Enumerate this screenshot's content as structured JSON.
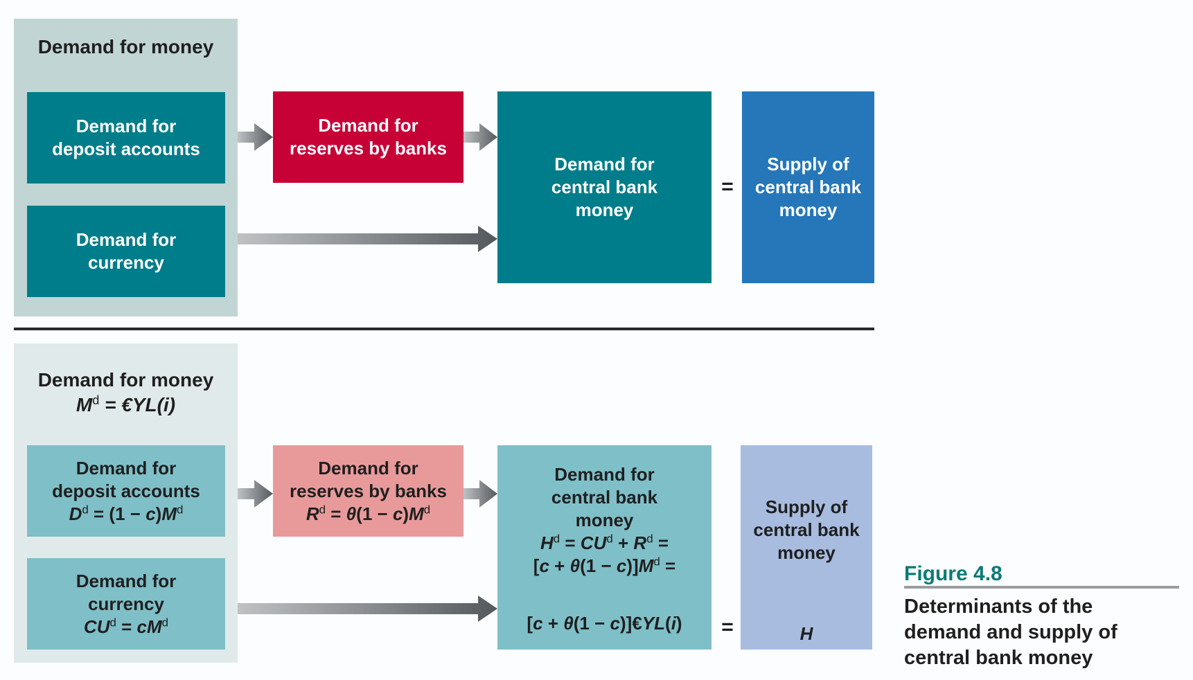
{
  "top": {
    "panel_title": "Demand for money",
    "deposit_box": [
      "Demand for",
      "deposit accounts"
    ],
    "currency_box": [
      "Demand for",
      "currency"
    ],
    "reserves_box": [
      "Demand for",
      "reserves by banks"
    ],
    "central_demand_box": [
      "Demand for",
      "central bank",
      "money"
    ],
    "equals": "=",
    "supply_box": [
      "Supply of",
      "central bank",
      "money"
    ]
  },
  "bottom": {
    "panel_title": "Demand for money",
    "panel_formula": {
      "lhs": "M",
      "sup": "d",
      "rhs": " = €YL(i)"
    },
    "deposit_box": {
      "lines": [
        "Demand for",
        "deposit accounts"
      ],
      "formula": "D^d = (1 − c)M^d"
    },
    "currency_box": {
      "lines": [
        "Demand for",
        "currency"
      ],
      "formula": "CU^d = cM^d"
    },
    "reserves_box": {
      "lines": [
        "Demand for",
        "reserves by banks"
      ],
      "formula": "R^d = θ(1 − c)M^d"
    },
    "central_demand_box": {
      "lines": [
        "Demand for",
        "central bank",
        "money"
      ],
      "formula_1": "H^d = CU^d + R^d =",
      "formula_2": "[c + θ(1 − c)]M^d =",
      "formula_3": "[c + θ(1 − c)]€YL(i)"
    },
    "equals": "=",
    "supply_box": {
      "lines": [
        "Supply of",
        "central bank",
        "money"
      ],
      "symbol": "H"
    }
  },
  "caption": {
    "label": "Figure 4.8",
    "title_lines": [
      "Determinants of the",
      "demand and supply of",
      "central bank money"
    ]
  },
  "colors": {
    "teal_dark": "#007d8a",
    "red_dark": "#c70036",
    "blue_dark": "#2577b9",
    "teal_light": "#7fbfc8",
    "red_light": "#e89a9a",
    "blue_light": "#a7bcdf",
    "caption_accent": "#0b7b78"
  }
}
